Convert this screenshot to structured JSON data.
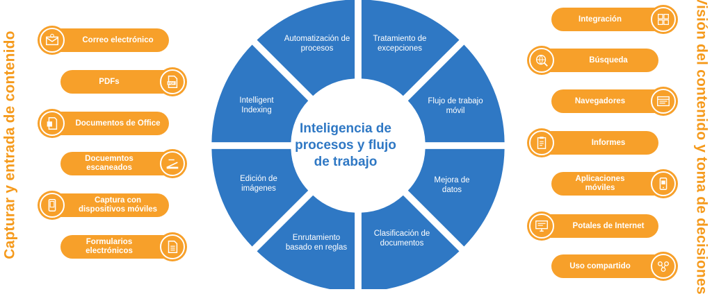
{
  "left_title": "Capturar y entrada de contenido",
  "right_title": "Visión del contenido y toma de decisiones",
  "center_title": "Inteligencia de procesos y flujo de trabajo",
  "segments": [
    {
      "label": "Automatización de procesos"
    },
    {
      "label": "Tratamiento de excepciones"
    },
    {
      "label": "Flujo de trabajo móvil"
    },
    {
      "label": "Mejora de datos"
    },
    {
      "label": "Clasificación de documentos"
    },
    {
      "label": "Enrutamiento basado en reglas"
    },
    {
      "label": "Edición de imágenes"
    },
    {
      "label": "Intelligent Indexing"
    }
  ],
  "left_items": [
    {
      "label": "Correo electrónico",
      "icon": "email-icon"
    },
    {
      "label": "PDFs",
      "icon": "pdf-file-icon"
    },
    {
      "label": "Documentos de Office",
      "icon": "office-document-icon"
    },
    {
      "label": "Docuemntos escaneados",
      "icon": "scanner-icon"
    },
    {
      "label": "Captura con dispositivos móviles",
      "icon": "mobile-device-icon"
    },
    {
      "label": "Formularios electrónicos",
      "icon": "form-icon"
    }
  ],
  "right_items": [
    {
      "label": "Integración",
      "icon": "puzzle-icon"
    },
    {
      "label": "Búsqueda",
      "icon": "globe-search-icon"
    },
    {
      "label": "Navegadores",
      "icon": "browser-icon"
    },
    {
      "label": "Informes",
      "icon": "report-icon"
    },
    {
      "label": "Aplicaciones móviles",
      "icon": "mobile-app-icon"
    },
    {
      "label": "Potales de Internet",
      "icon": "monitor-icon"
    },
    {
      "label": "Uso compartido",
      "icon": "share-icon"
    }
  ],
  "colors": {
    "orange": "#f7a02a",
    "title_orange": "#f59a1c",
    "blue": "#2f78c4"
  }
}
